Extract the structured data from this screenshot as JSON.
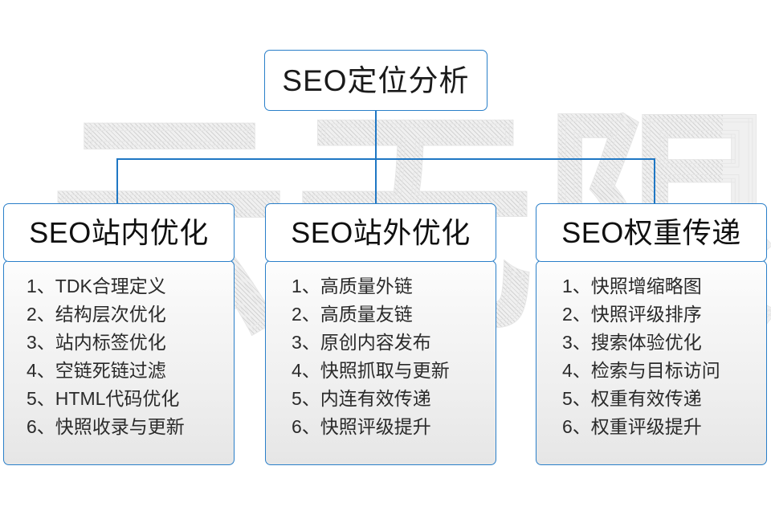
{
  "watermark": {
    "text": "云无限"
  },
  "accent_color": "#2a7fc9",
  "root": {
    "title": "SEO定位分析"
  },
  "columns": [
    {
      "id": "seo-onsite",
      "title": "SEO站内优化",
      "items": [
        "1、TDK合理定义",
        "2、结构层次优化",
        "3、站内标签优化",
        "4、空链死链过滤",
        "5、HTML代码优化",
        "6、快照收录与更新"
      ]
    },
    {
      "id": "seo-offsite",
      "title": "SEO站外优化",
      "items": [
        "1、高质量外链",
        "2、高质量友链",
        "3、原创内容发布",
        "4、快照抓取与更新",
        "5、内连有效传递",
        "6、快照评级提升"
      ]
    },
    {
      "id": "seo-weight",
      "title": "SEO权重传递",
      "items": [
        "1、快照增缩略图",
        "2、快照评级排序",
        "3、搜索体验优化",
        "4、检索与目标访问",
        "5、权重有效传递",
        "6、权重评级提升"
      ]
    }
  ]
}
